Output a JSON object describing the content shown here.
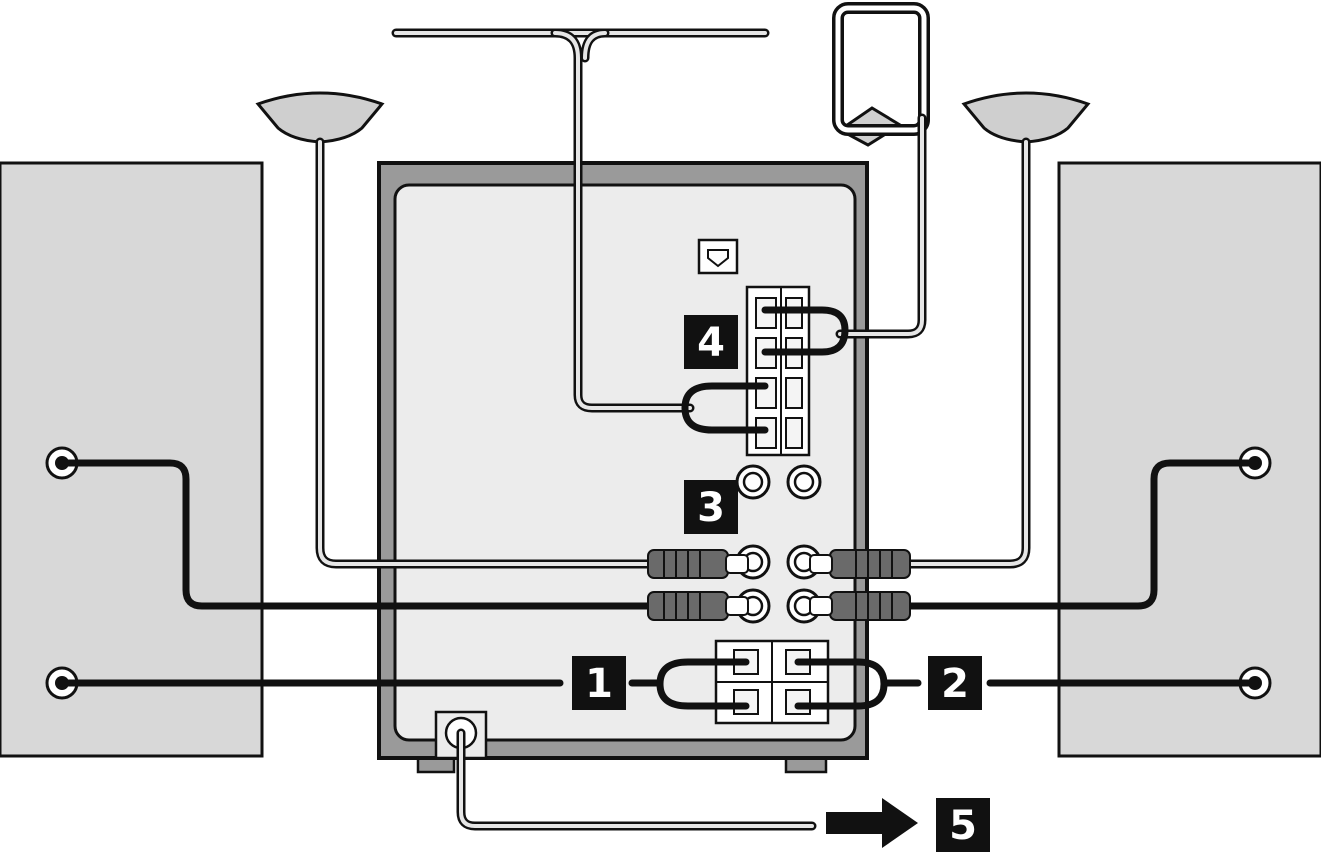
{
  "labels": {
    "front_speaker_left": "1",
    "front_speaker_right": "2",
    "rear_speakers": "3",
    "antenna": "4",
    "power": "5"
  }
}
